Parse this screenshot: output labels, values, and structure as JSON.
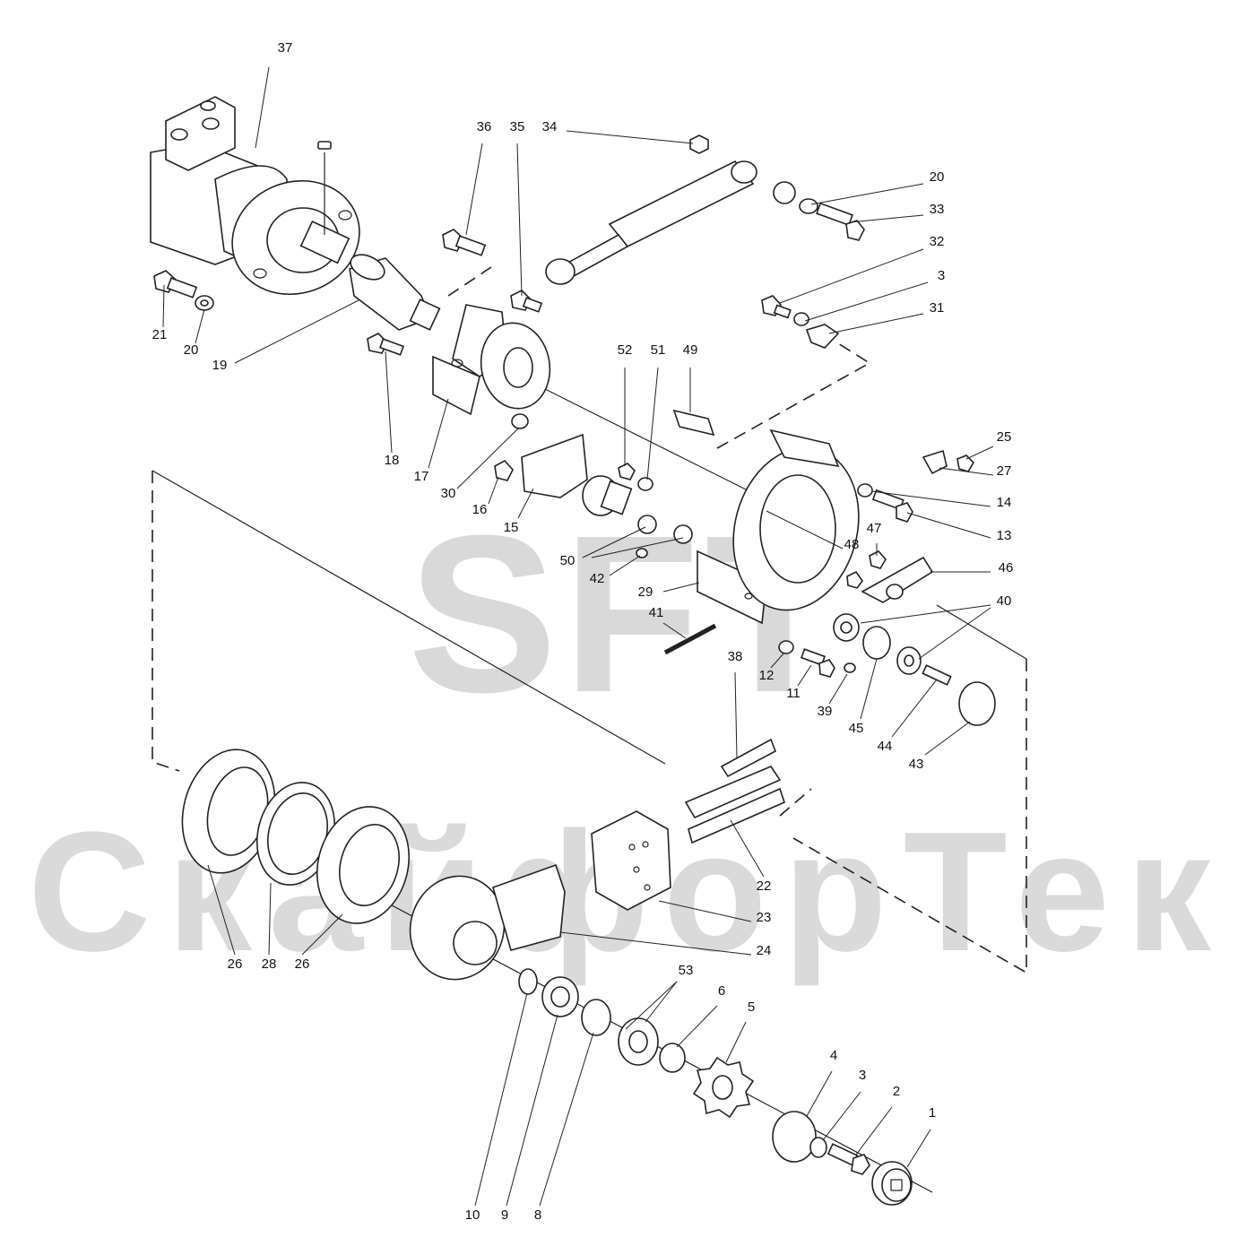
{
  "watermark": {
    "main": "SFT",
    "sub": "СкайфорТек"
  },
  "callouts": [
    {
      "id": "1",
      "text": "1"
    },
    {
      "id": "2",
      "text": "2"
    },
    {
      "id": "3a",
      "text": "3"
    },
    {
      "id": "3b",
      "text": "3"
    },
    {
      "id": "4",
      "text": "4"
    },
    {
      "id": "5",
      "text": "5"
    },
    {
      "id": "6",
      "text": "6"
    },
    {
      "id": "8",
      "text": "8"
    },
    {
      "id": "9",
      "text": "9"
    },
    {
      "id": "10",
      "text": "10"
    },
    {
      "id": "11",
      "text": "11"
    },
    {
      "id": "12",
      "text": "12"
    },
    {
      "id": "13",
      "text": "13"
    },
    {
      "id": "14",
      "text": "14"
    },
    {
      "id": "15",
      "text": "15"
    },
    {
      "id": "16",
      "text": "16"
    },
    {
      "id": "17",
      "text": "17"
    },
    {
      "id": "18",
      "text": "18"
    },
    {
      "id": "19",
      "text": "19"
    },
    {
      "id": "20a",
      "text": "20"
    },
    {
      "id": "20b",
      "text": "20"
    },
    {
      "id": "21",
      "text": "21"
    },
    {
      "id": "22",
      "text": "22"
    },
    {
      "id": "23",
      "text": "23"
    },
    {
      "id": "24",
      "text": "24"
    },
    {
      "id": "25",
      "text": "25"
    },
    {
      "id": "26a",
      "text": "26"
    },
    {
      "id": "26b",
      "text": "26"
    },
    {
      "id": "27",
      "text": "27"
    },
    {
      "id": "28",
      "text": "28"
    },
    {
      "id": "29",
      "text": "29"
    },
    {
      "id": "30",
      "text": "30"
    },
    {
      "id": "31",
      "text": "31"
    },
    {
      "id": "32",
      "text": "32"
    },
    {
      "id": "33",
      "text": "33"
    },
    {
      "id": "34",
      "text": "34"
    },
    {
      "id": "35",
      "text": "35"
    },
    {
      "id": "36",
      "text": "36"
    },
    {
      "id": "37",
      "text": "37"
    },
    {
      "id": "38",
      "text": "38"
    },
    {
      "id": "39",
      "text": "39"
    },
    {
      "id": "40",
      "text": "40"
    },
    {
      "id": "41",
      "text": "41"
    },
    {
      "id": "42",
      "text": "42"
    },
    {
      "id": "43",
      "text": "43"
    },
    {
      "id": "44",
      "text": "44"
    },
    {
      "id": "45",
      "text": "45"
    },
    {
      "id": "46",
      "text": "46"
    },
    {
      "id": "47",
      "text": "47"
    },
    {
      "id": "48",
      "text": "48"
    },
    {
      "id": "49",
      "text": "49"
    },
    {
      "id": "50",
      "text": "50"
    },
    {
      "id": "51",
      "text": "51"
    },
    {
      "id": "52",
      "text": "52"
    },
    {
      "id": "53",
      "text": "53"
    }
  ]
}
